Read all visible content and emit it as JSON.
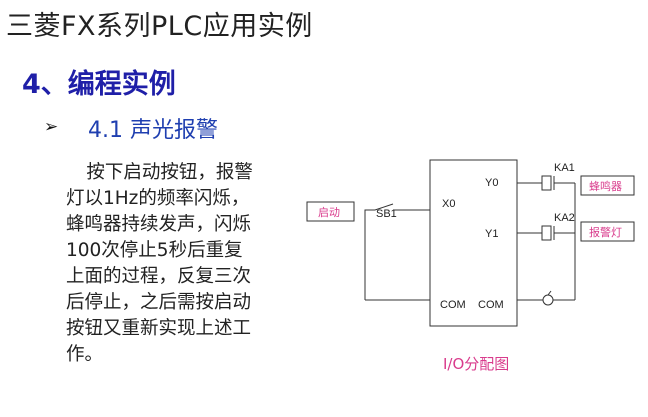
{
  "document": {
    "title": "三菱FX系列PLC应用实例",
    "section_heading": "4、编程实例",
    "sub_bullet": "➢",
    "sub_heading": "4.1  声光报警",
    "body_text": "按下启动按钮，报警灯以1Hz的频率闪烁，蜂鸣器持续发声，闪烁100次停止5秒后重复上面的过程，反复三次后停止，之后需按启动按钮又重新实现上述工作。"
  },
  "diagram": {
    "input_label": "启动",
    "switch_label": "SB1",
    "x0_label": "X0",
    "com_left_label": "COM",
    "y0_label": "Y0",
    "y1_label": "Y1",
    "com_right_label": "COM",
    "ka1_label": "KA1",
    "ka2_label": "KA2",
    "output1_label": "蜂鸣器",
    "output2_label": "报警灯",
    "caption": "I/O分配图"
  },
  "colors": {
    "heading": "#1f1fa8",
    "subheading": "#1f3fb0",
    "label_pink": "#d93b8c"
  }
}
